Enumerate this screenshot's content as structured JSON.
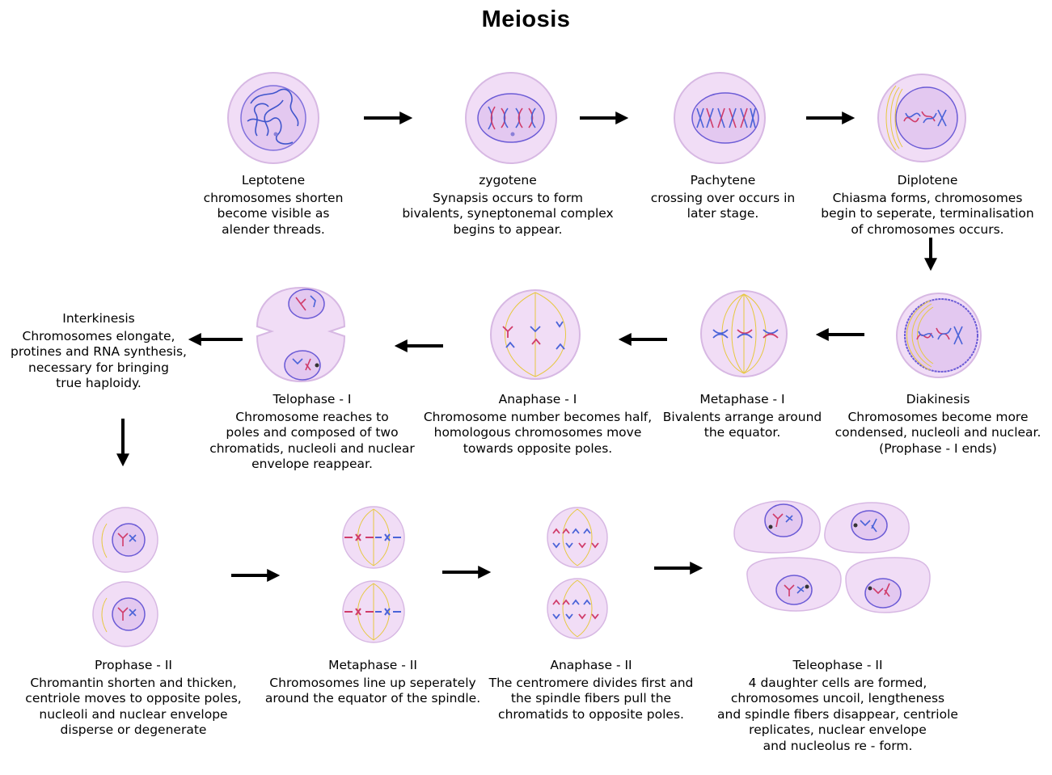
{
  "title": "Meiosis",
  "stages": [
    {
      "id": "leptotene",
      "name": "Leptotene",
      "lines": [
        "chromosomes shorten",
        "become visible as",
        "alender threads."
      ]
    },
    {
      "id": "zygotene",
      "name": "zygotene",
      "lines": [
        "Synapsis occurs to form",
        "bivalents, syneptonemal complex",
        "begins to appear."
      ]
    },
    {
      "id": "pachytene",
      "name": "Pachytene",
      "lines": [
        "crossing over occurs in",
        "later stage."
      ]
    },
    {
      "id": "diplotene",
      "name": "Diplotene",
      "lines": [
        "Chiasma forms, chromosomes",
        "begin to seperate, terminalisation",
        "of chromosomes occurs."
      ]
    },
    {
      "id": "diakinesis",
      "name": "Diakinesis",
      "lines": [
        "Chromosomes become more",
        "condensed, nucleoli and nuclear.",
        "(Prophase - I ends)"
      ]
    },
    {
      "id": "metaphase-1",
      "name": "Metaphase - I",
      "lines": [
        "Bivalents arrange around",
        "the equator."
      ]
    },
    {
      "id": "anaphase-1",
      "name": "Anaphase - I",
      "lines": [
        "Chromosome number becomes half,",
        "homologous chromosomes move",
        "towards opposite poles."
      ]
    },
    {
      "id": "telophase-1",
      "name": "Telophase - I",
      "lines": [
        "Chromosome reaches to",
        "poles and composed of two",
        "chromatids, nucleoli and nuclear",
        "envelope reappear."
      ]
    },
    {
      "id": "interkinesis",
      "name": "Interkinesis",
      "lines": [
        "Chromosomes elongate,",
        "protines and RNA synthesis,",
        "necessary for bringing",
        "true haploidy."
      ]
    },
    {
      "id": "prophase-2",
      "name": "Prophase - II",
      "lines": [
        "Chromantin shorten and thicken,",
        "centriole moves to opposite poles,",
        "nucleoli and nuclear envelope",
        "disperse or degenerate"
      ]
    },
    {
      "id": "metaphase-2",
      "name": "Metaphase - II",
      "lines": [
        "Chromosomes line up seperately",
        "around the equator of the spindle."
      ]
    },
    {
      "id": "anaphase-2",
      "name": "Anaphase - II",
      "lines": [
        "The centromere divides first and",
        "the spindle fibers pull the",
        "chromatids to opposite poles."
      ]
    },
    {
      "id": "telophase-2",
      "name": "Teleophase - II",
      "lines": [
        "4 daughter cells are formed,",
        "chromosomes uncoil, lengtheness",
        "and spindle fibers disappear, centriole",
        "replicates, nuclear envelope",
        "and nucleolus re - form."
      ]
    }
  ],
  "colors": {
    "cell_fill": "#f1ddf6",
    "cell_stroke": "#d7b8e3",
    "nucleus_fill": "#e3c8f0",
    "nucleus_stroke": "#6b5bd6",
    "chromosome_blue": "#4a63d8",
    "chromosome_red": "#d03c6a",
    "spindle": "#e6c840",
    "arrow": "#000000"
  }
}
